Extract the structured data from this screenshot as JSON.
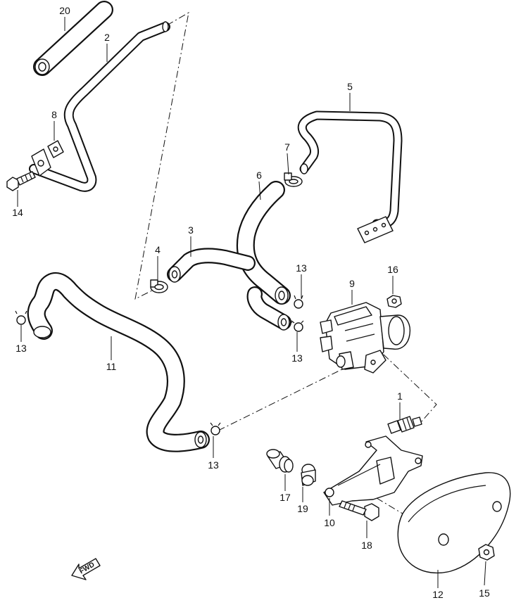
{
  "diagram": {
    "forward_indicator": "FWD",
    "callouts": [
      {
        "id": "20",
        "text": "20"
      },
      {
        "id": "2",
        "text": "2"
      },
      {
        "id": "8",
        "text": "8"
      },
      {
        "id": "14",
        "text": "14"
      },
      {
        "id": "5",
        "text": "5"
      },
      {
        "id": "7",
        "text": "7"
      },
      {
        "id": "6",
        "text": "6"
      },
      {
        "id": "3",
        "text": "3"
      },
      {
        "id": "4",
        "text": "4"
      },
      {
        "id": "13a",
        "text": "13"
      },
      {
        "id": "16",
        "text": "16"
      },
      {
        "id": "9",
        "text": "9"
      },
      {
        "id": "13b",
        "text": "13"
      },
      {
        "id": "13c",
        "text": "13"
      },
      {
        "id": "11",
        "text": "11"
      },
      {
        "id": "1",
        "text": "1"
      },
      {
        "id": "13d",
        "text": "13"
      },
      {
        "id": "17",
        "text": "17"
      },
      {
        "id": "19",
        "text": "19"
      },
      {
        "id": "10",
        "text": "10"
      },
      {
        "id": "18",
        "text": "18"
      },
      {
        "id": "12",
        "text": "12"
      },
      {
        "id": "15",
        "text": "15"
      }
    ]
  }
}
